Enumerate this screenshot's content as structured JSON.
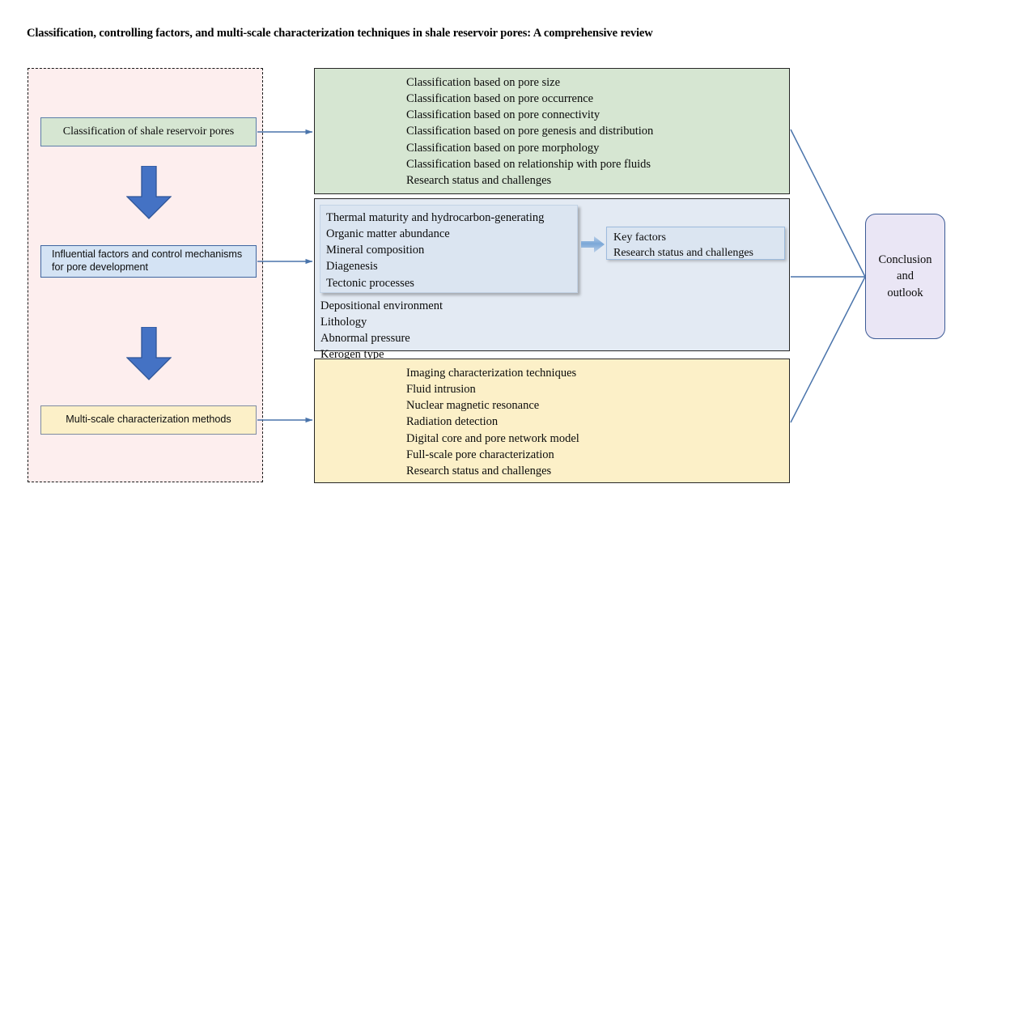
{
  "title": "Classification, controlling factors, and multi-scale characterization techniques in shale reservoir pores: A comprehensive review",
  "colors": {
    "green_fill": "#d6e6d2",
    "blue_fill": "#e3eaf3",
    "blue_inner_fill": "#dbe5f1",
    "yellow_fill": "#fcf0c8",
    "pink_group_fill": "#fdeeee",
    "conclusion_fill": "#eae6f5",
    "arrow_blue": "#4472c4",
    "connector_blue": "#4a74ab",
    "border_dark": "#262626"
  },
  "left_column": {
    "group_name": "workflow-stages-group",
    "stages": [
      {
        "id": "classification",
        "label": "Classification of shale reservoir pores"
      },
      {
        "id": "influential",
        "label": "Influential factors and control mechanisms for pore development"
      },
      {
        "id": "multiscale",
        "label": "Multi-scale characterization methods"
      }
    ],
    "arrows": [
      {
        "name": "down-arrow-icon",
        "direction": "down"
      },
      {
        "name": "down-arrow-icon",
        "direction": "down"
      }
    ]
  },
  "panels": {
    "classification": {
      "name": "classification-panel",
      "items": [
        "Classification based on pore size",
        "Classification based on pore occurrence",
        "Classification based on pore connectivity",
        "Classification based on pore genesis and distribution",
        "Classification based on pore morphology",
        "Classification based on relationship with pore fluids",
        "Research status and challenges"
      ]
    },
    "factors": {
      "name": "influential-factors-panel",
      "primary_items": [
        "Thermal maturity and hydrocarbon-generating",
        "Organic matter abundance",
        "Mineral composition",
        "Diagenesis",
        "Tectonic processes"
      ],
      "secondary_items": [
        "Depositional environment",
        "Lithology",
        "Abnormal pressure",
        "Kerogen type"
      ]
    },
    "methods": {
      "name": "characterization-methods-panel",
      "items": [
        "Imaging characterization techniques",
        "Fluid intrusion",
        "Nuclear magnetic resonance",
        "Radiation detection",
        "Digital core and pore network model",
        "Full-scale pore characterization",
        "Research status and challenges"
      ]
    }
  },
  "key_factors": {
    "name": "key-factors-callout",
    "items": [
      "Key factors",
      "Research status and challenges"
    ],
    "arrow_icon": "right-arrow-icon"
  },
  "conclusion": {
    "name": "conclusion-node",
    "lines": [
      "Conclusion",
      "and",
      "outlook"
    ],
    "label": "Conclusion and outlook"
  },
  "connectors": [
    {
      "name": "connector-classification-to-panel",
      "type": "arrow-right"
    },
    {
      "name": "connector-influential-to-panel",
      "type": "arrow-right"
    },
    {
      "name": "connector-multiscale-to-panel",
      "type": "arrow-right"
    },
    {
      "name": "connector-classification-panel-to-conclusion",
      "type": "line"
    },
    {
      "name": "connector-factors-panel-to-conclusion",
      "type": "line"
    },
    {
      "name": "connector-methods-panel-to-conclusion",
      "type": "line"
    }
  ]
}
